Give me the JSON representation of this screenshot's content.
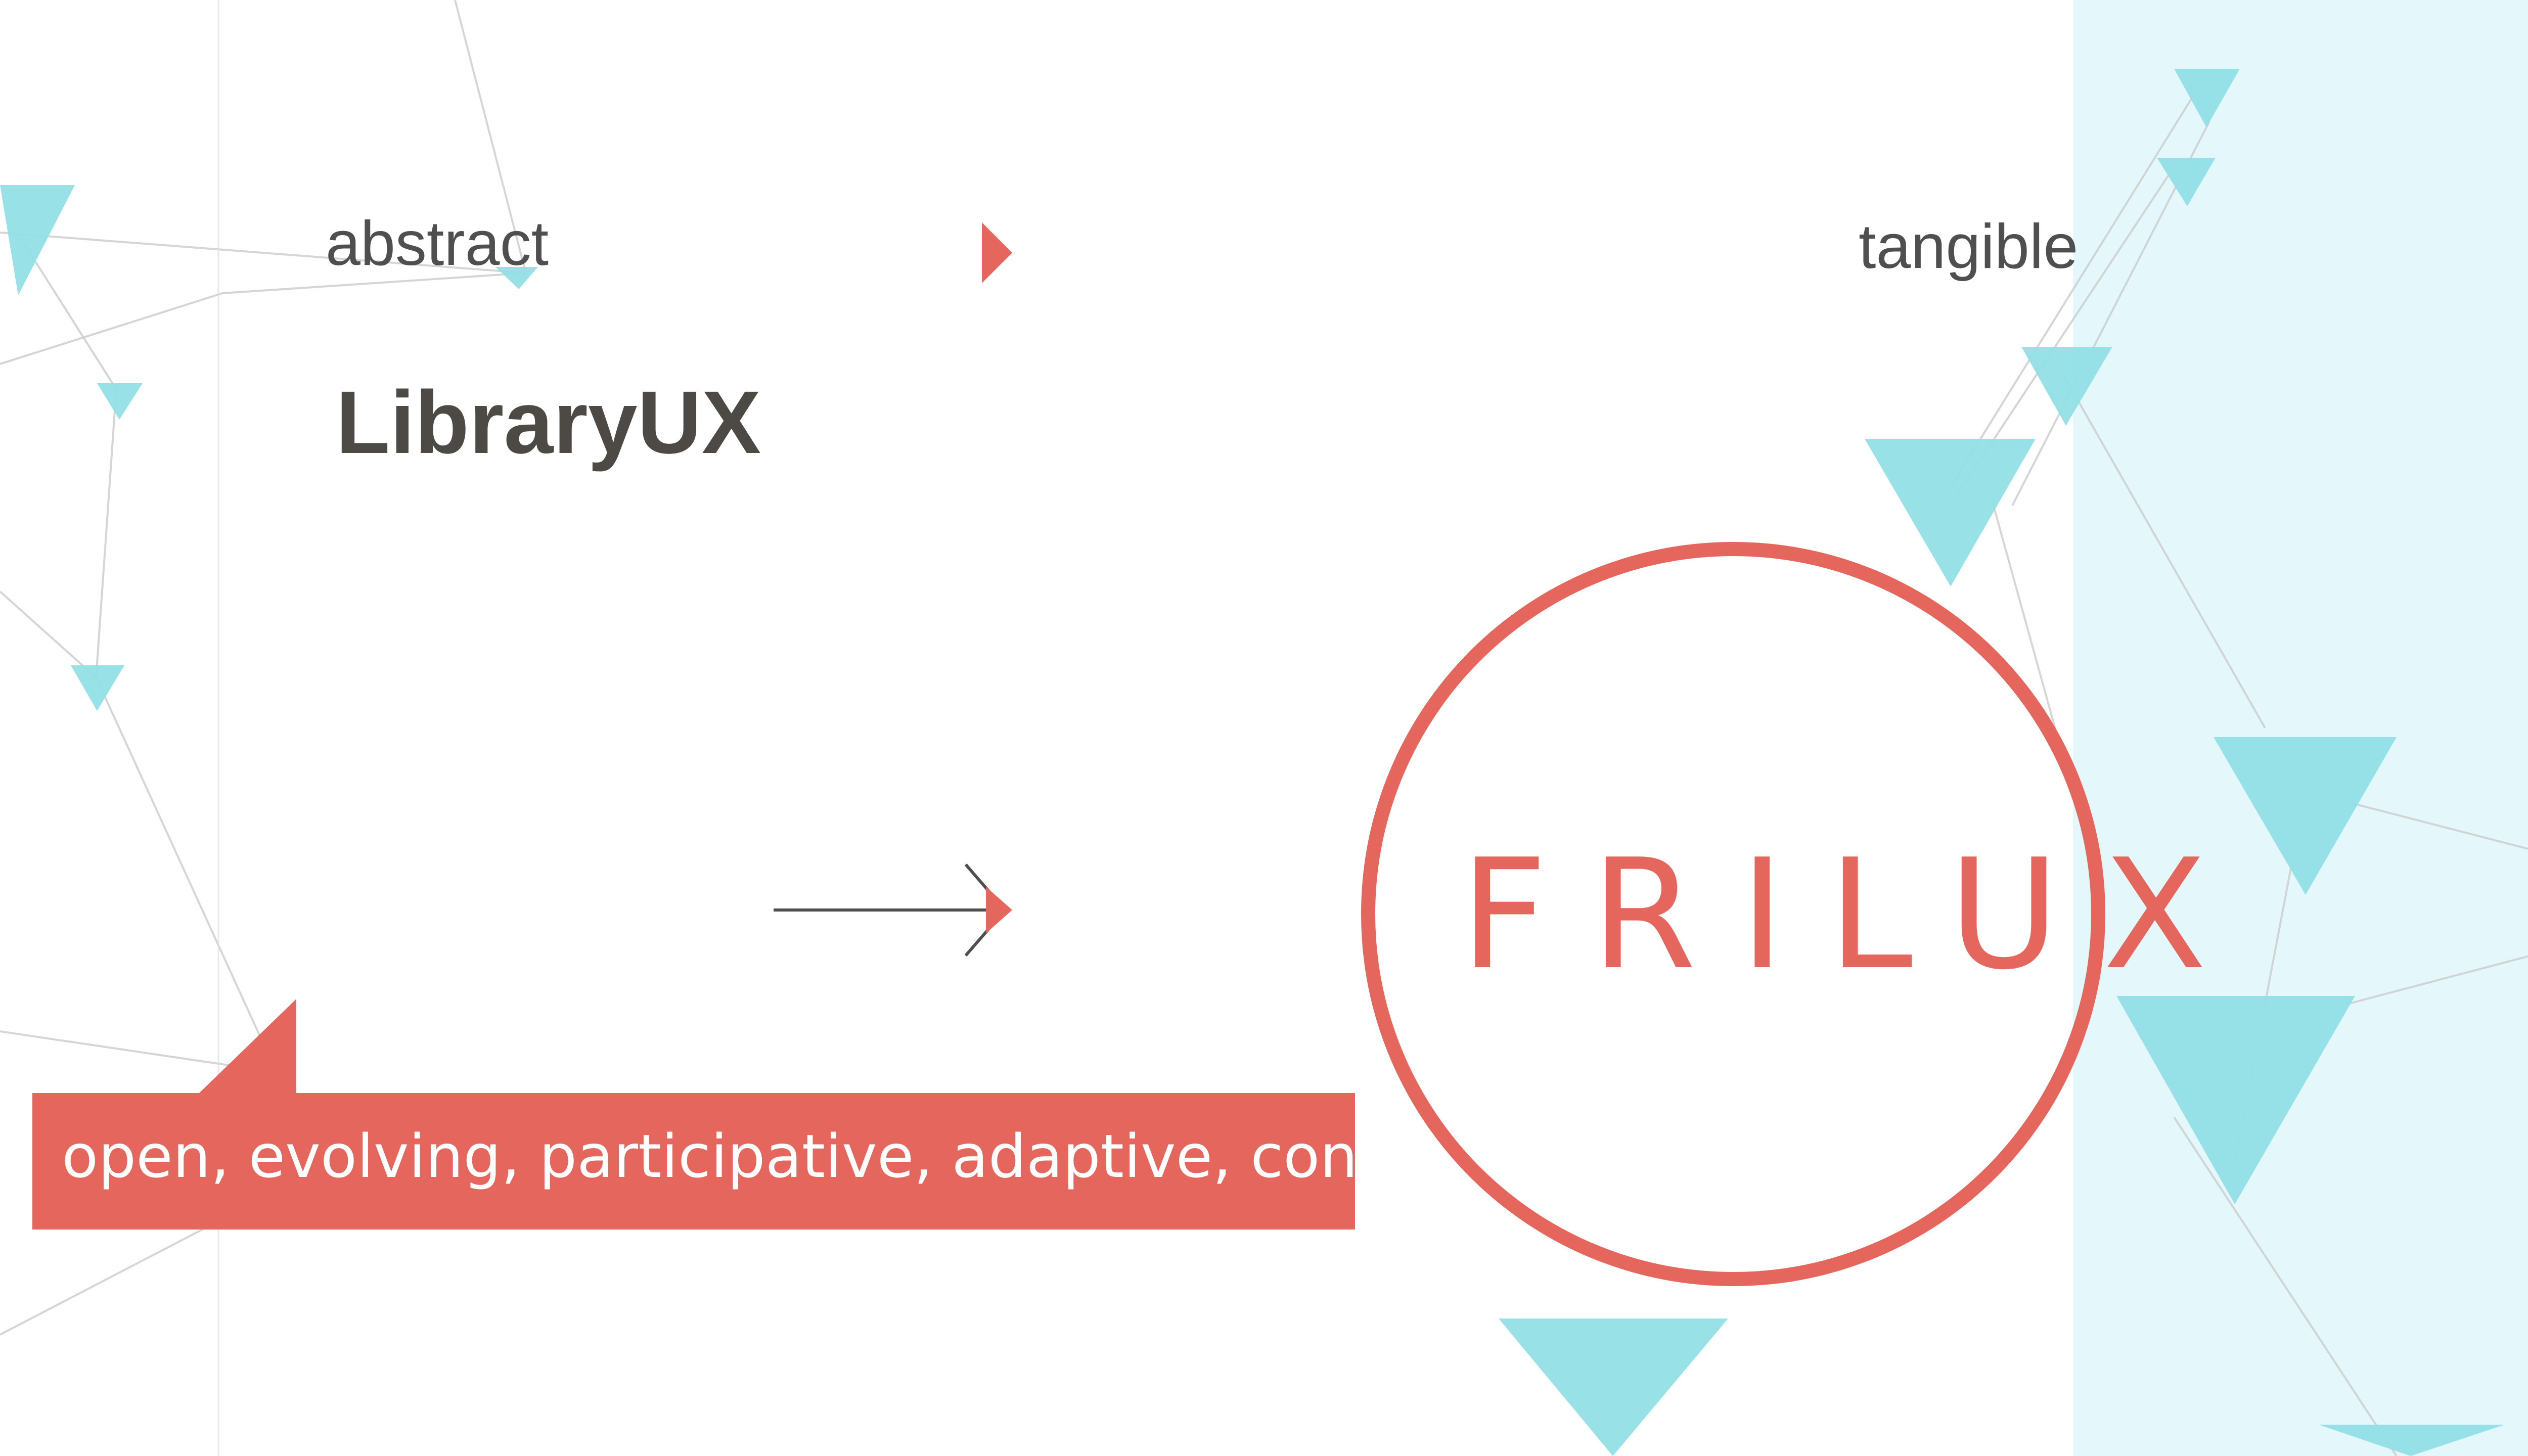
{
  "slide": {
    "left_label": "abstract",
    "right_label": "tangible",
    "title": "LibraryUX",
    "callout_text": "open, evolving, participative, adaptive, contextual",
    "logo_text": "FRILUX"
  },
  "colors": {
    "accent": "#e4665c",
    "text_dark": "#4d4a46",
    "text_muted": "#4f4f4f",
    "triangle": "#91dfe6",
    "panel": "#e4f8fb",
    "white": "#ffffff"
  },
  "icons": {
    "progress_marker": "play-triangle-icon",
    "transition_arrow": "right-arrow-icon",
    "callout_pointer": "speech-tail-icon"
  }
}
